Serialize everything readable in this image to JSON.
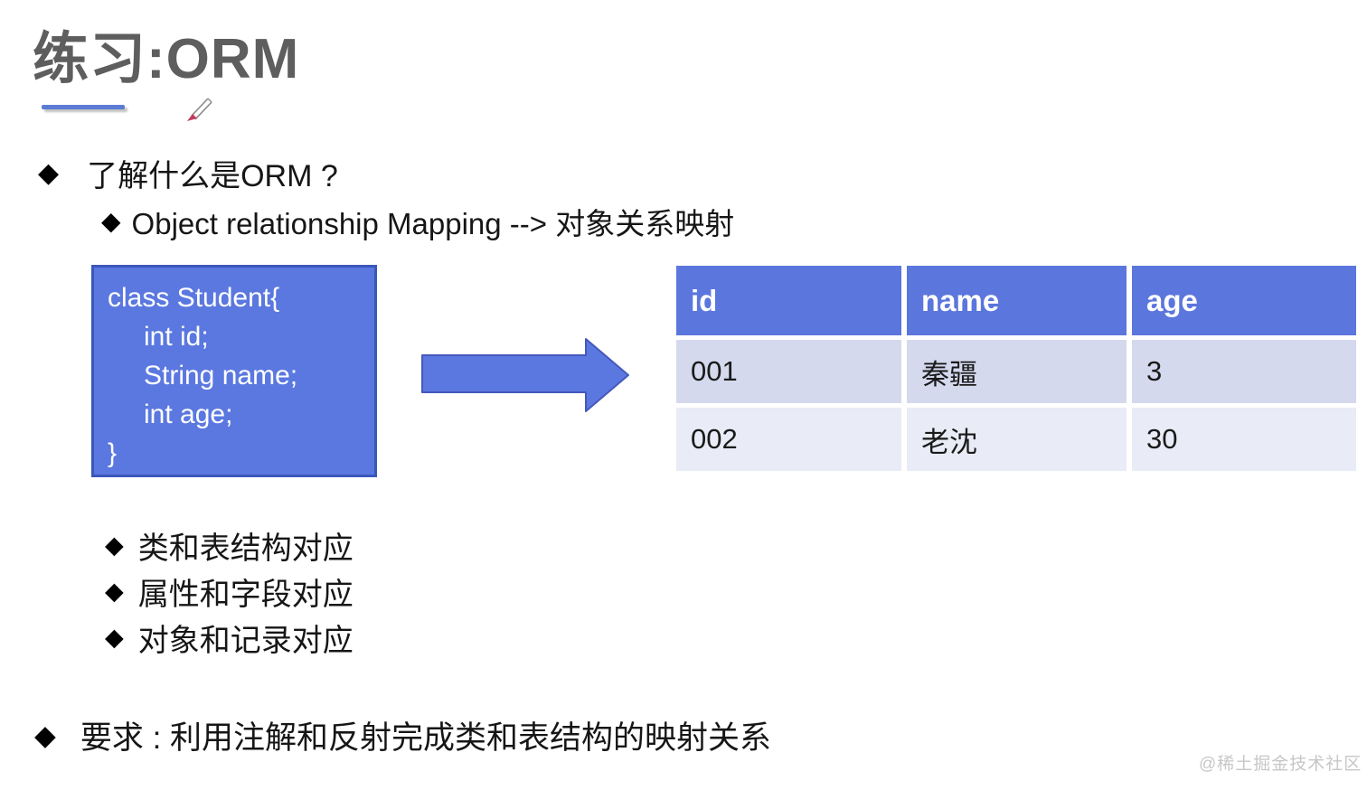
{
  "slide": {
    "title": "练习:ORM",
    "bullet_glyph": "◆",
    "intro": {
      "main": "了解什么是ORM ?",
      "sub": "Object relationship Mapping --> 对象关系映射"
    },
    "code_box": {
      "lines": [
        "class Student{",
        "int id;",
        "String name;",
        "int age;",
        "}"
      ]
    },
    "table": {
      "headers": [
        "id",
        "name",
        "age"
      ],
      "rows": [
        [
          "001",
          "秦疆",
          "3"
        ],
        [
          "002",
          "老沈",
          "30"
        ]
      ]
    },
    "mapping_points": [
      "类和表结构对应",
      "属性和字段对应",
      "对象和记录对应"
    ],
    "requirement": "要求 : 利用注解和反射完成类和表结构的映射关系",
    "watermark": "@稀土掘金技术社区",
    "colors": {
      "shape_blue": "#5b78e0",
      "shape_border_blue": "#3a57bb",
      "table_header_blue": "#5b76dd",
      "table_row_odd": "#d5d9ee",
      "table_row_even": "#e9ebf6",
      "title_gray": "#5e5e5e",
      "underline_blue": "#5b7bd5",
      "pencil_tip_red": "#c43a5e",
      "watermark_gray": "#c7c7c7"
    }
  }
}
